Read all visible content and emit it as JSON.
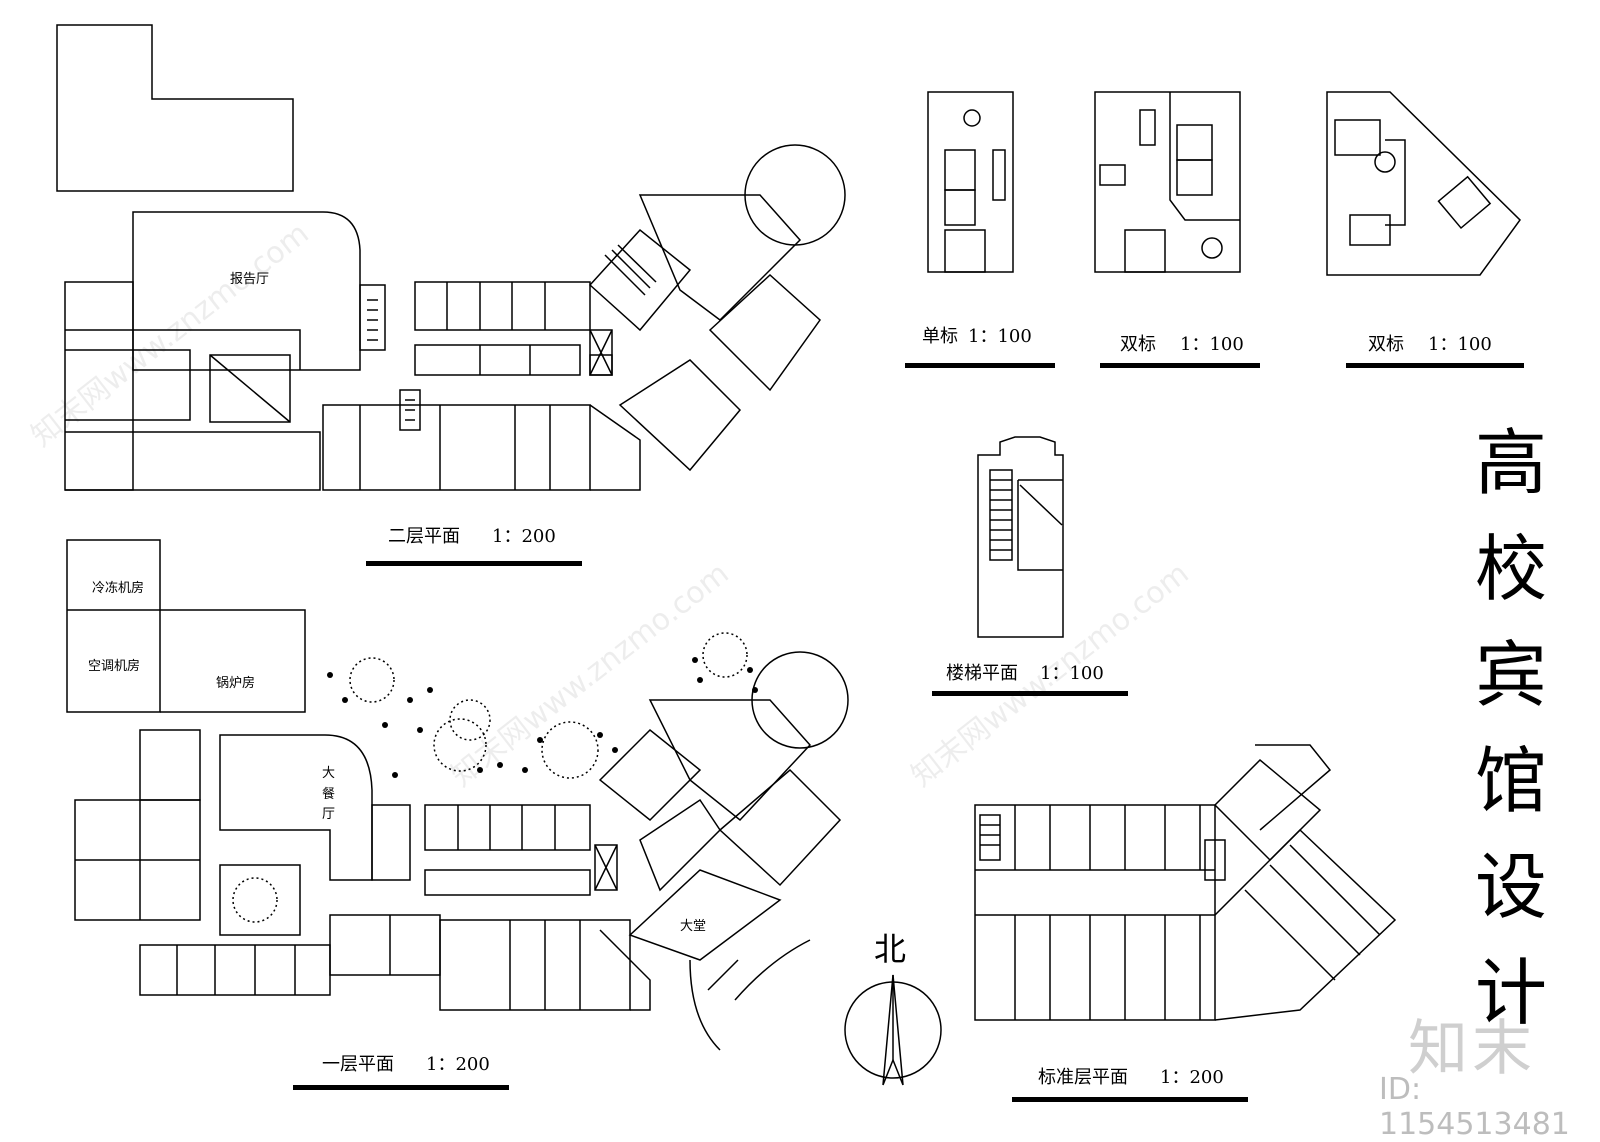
{
  "drawing_title": [
    "高",
    "校",
    "宾",
    "馆",
    "设",
    "计"
  ],
  "plans": {
    "second_floor": {
      "label": "二层平面",
      "scale": "1：200"
    },
    "first_floor": {
      "label": "一层平面",
      "scale": "1：200"
    },
    "single_room": {
      "label": "单标",
      "scale": "1：100"
    },
    "double_room_a": {
      "label": "双标",
      "scale": "1：100"
    },
    "double_room_b": {
      "label": "双标",
      "scale": "1：100"
    },
    "stair": {
      "label": "楼梯平面",
      "scale": "1：100"
    },
    "standard_floor": {
      "label": "标准层平面",
      "scale": "1：200"
    }
  },
  "rooms": {
    "lecture_hall": "报告厅",
    "cold_room": "冷冻机房",
    "ac_room": "空调机房",
    "boiler_room": "锅炉房",
    "dining_hall": [
      "大",
      "餐",
      "厅"
    ],
    "lobby": "大堂"
  },
  "north": "北",
  "watermark": {
    "brand": "知末",
    "id": "ID: 1154513481",
    "site": "知末网www.znzmo.com"
  }
}
